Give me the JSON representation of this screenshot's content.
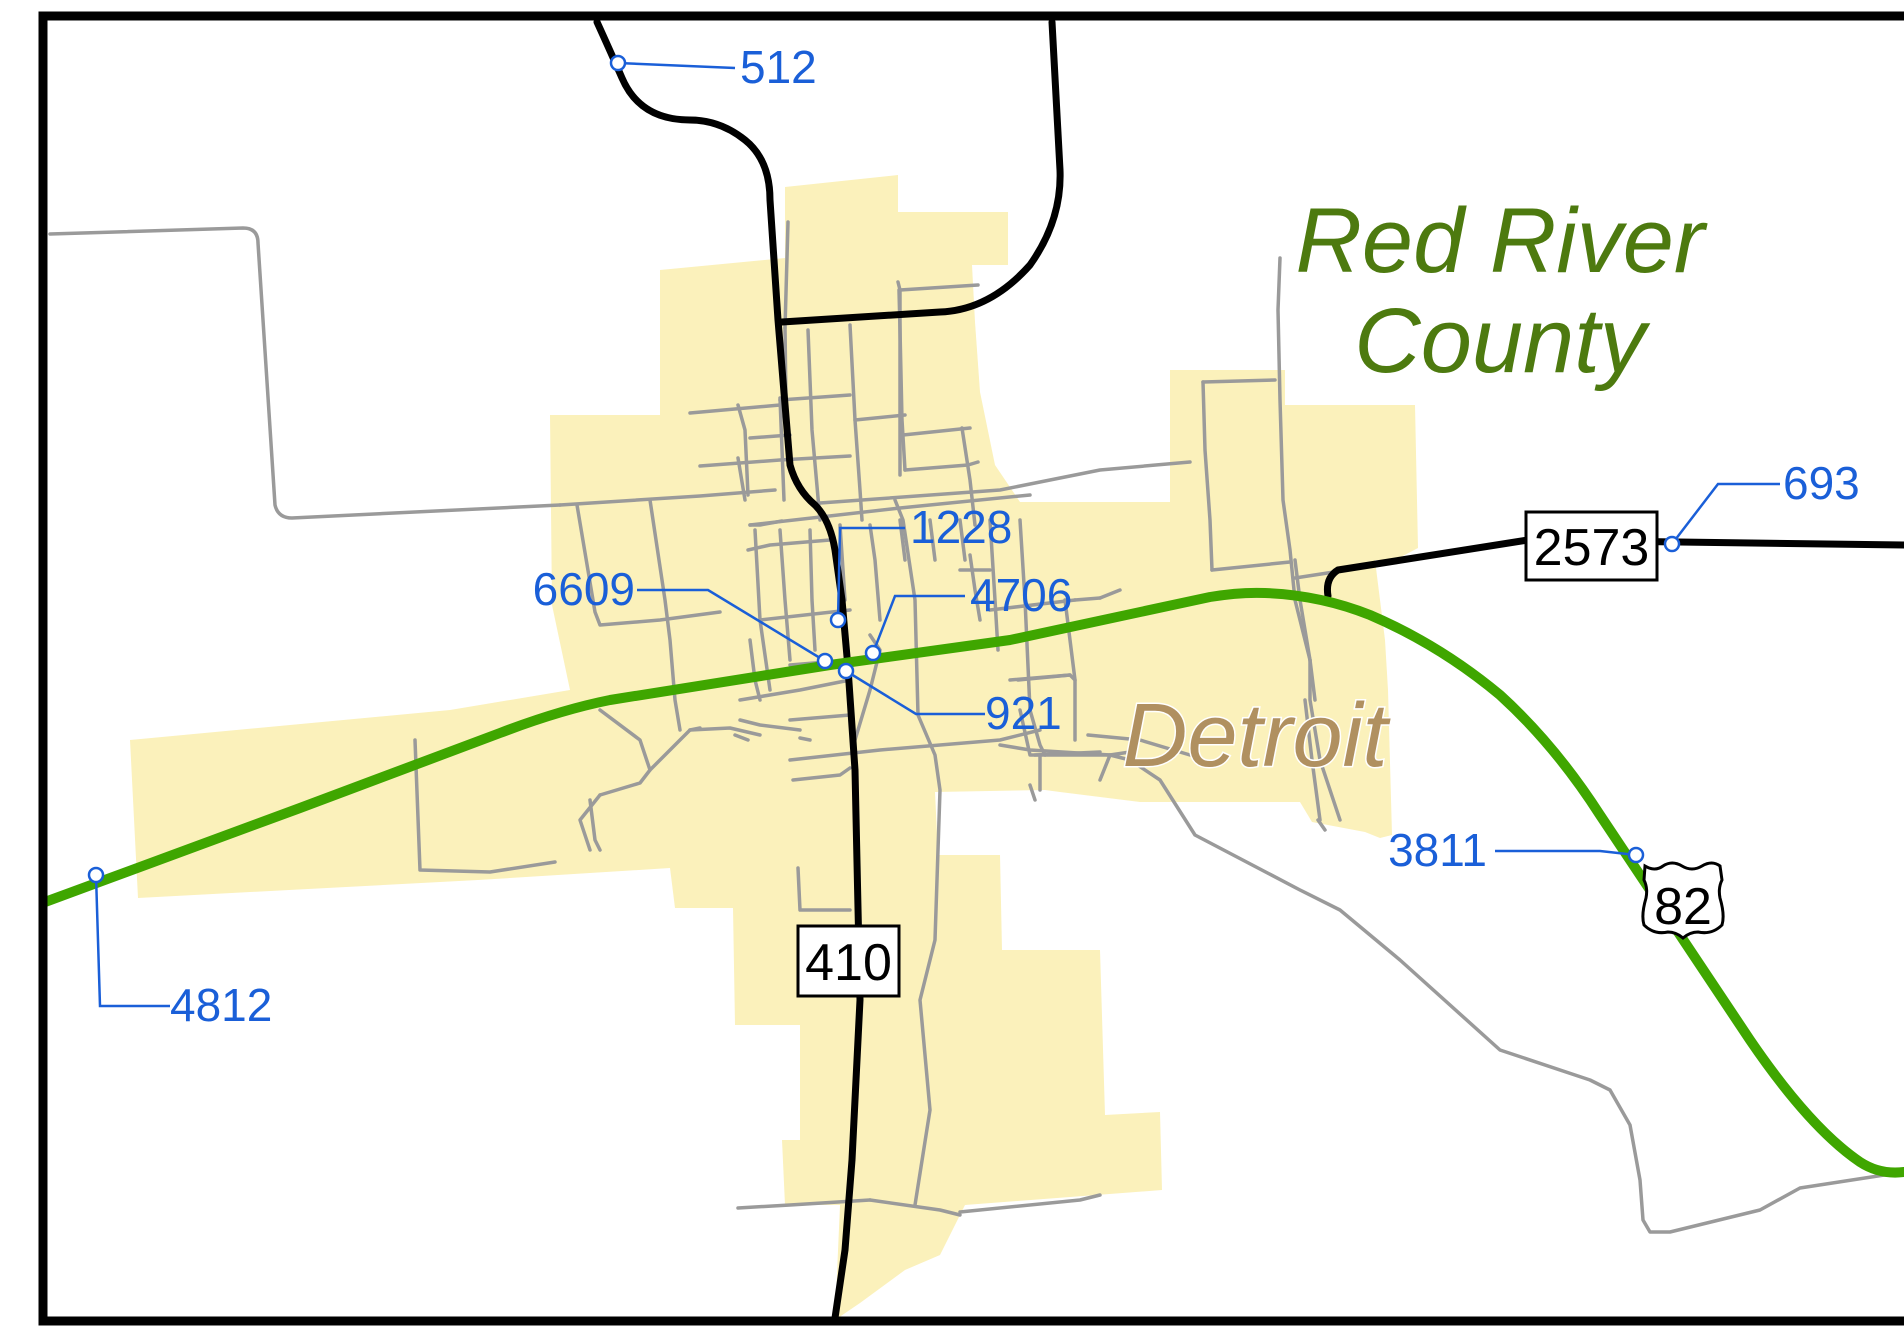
{
  "map": {
    "county_name_line1": "Red River",
    "county_name_line2": "County",
    "city_name": "Detroit",
    "colors": {
      "city_fill": "#fbf1bb",
      "minor_road": "#9a9a9a",
      "state_road": "#000000",
      "us_highway": "#3fa600",
      "count_label": "#1a5fd8",
      "county_label": "#4d7a0f",
      "city_label": "#b09060"
    },
    "shields": [
      {
        "type": "state",
        "label": "410"
      },
      {
        "type": "state",
        "label": "2573"
      },
      {
        "type": "us",
        "label": "82"
      }
    ],
    "traffic_counts": [
      {
        "label": "512"
      },
      {
        "label": "693"
      },
      {
        "label": "1228"
      },
      {
        "label": "4706"
      },
      {
        "label": "6609"
      },
      {
        "label": "921"
      },
      {
        "label": "3811"
      },
      {
        "label": "4812"
      }
    ]
  }
}
